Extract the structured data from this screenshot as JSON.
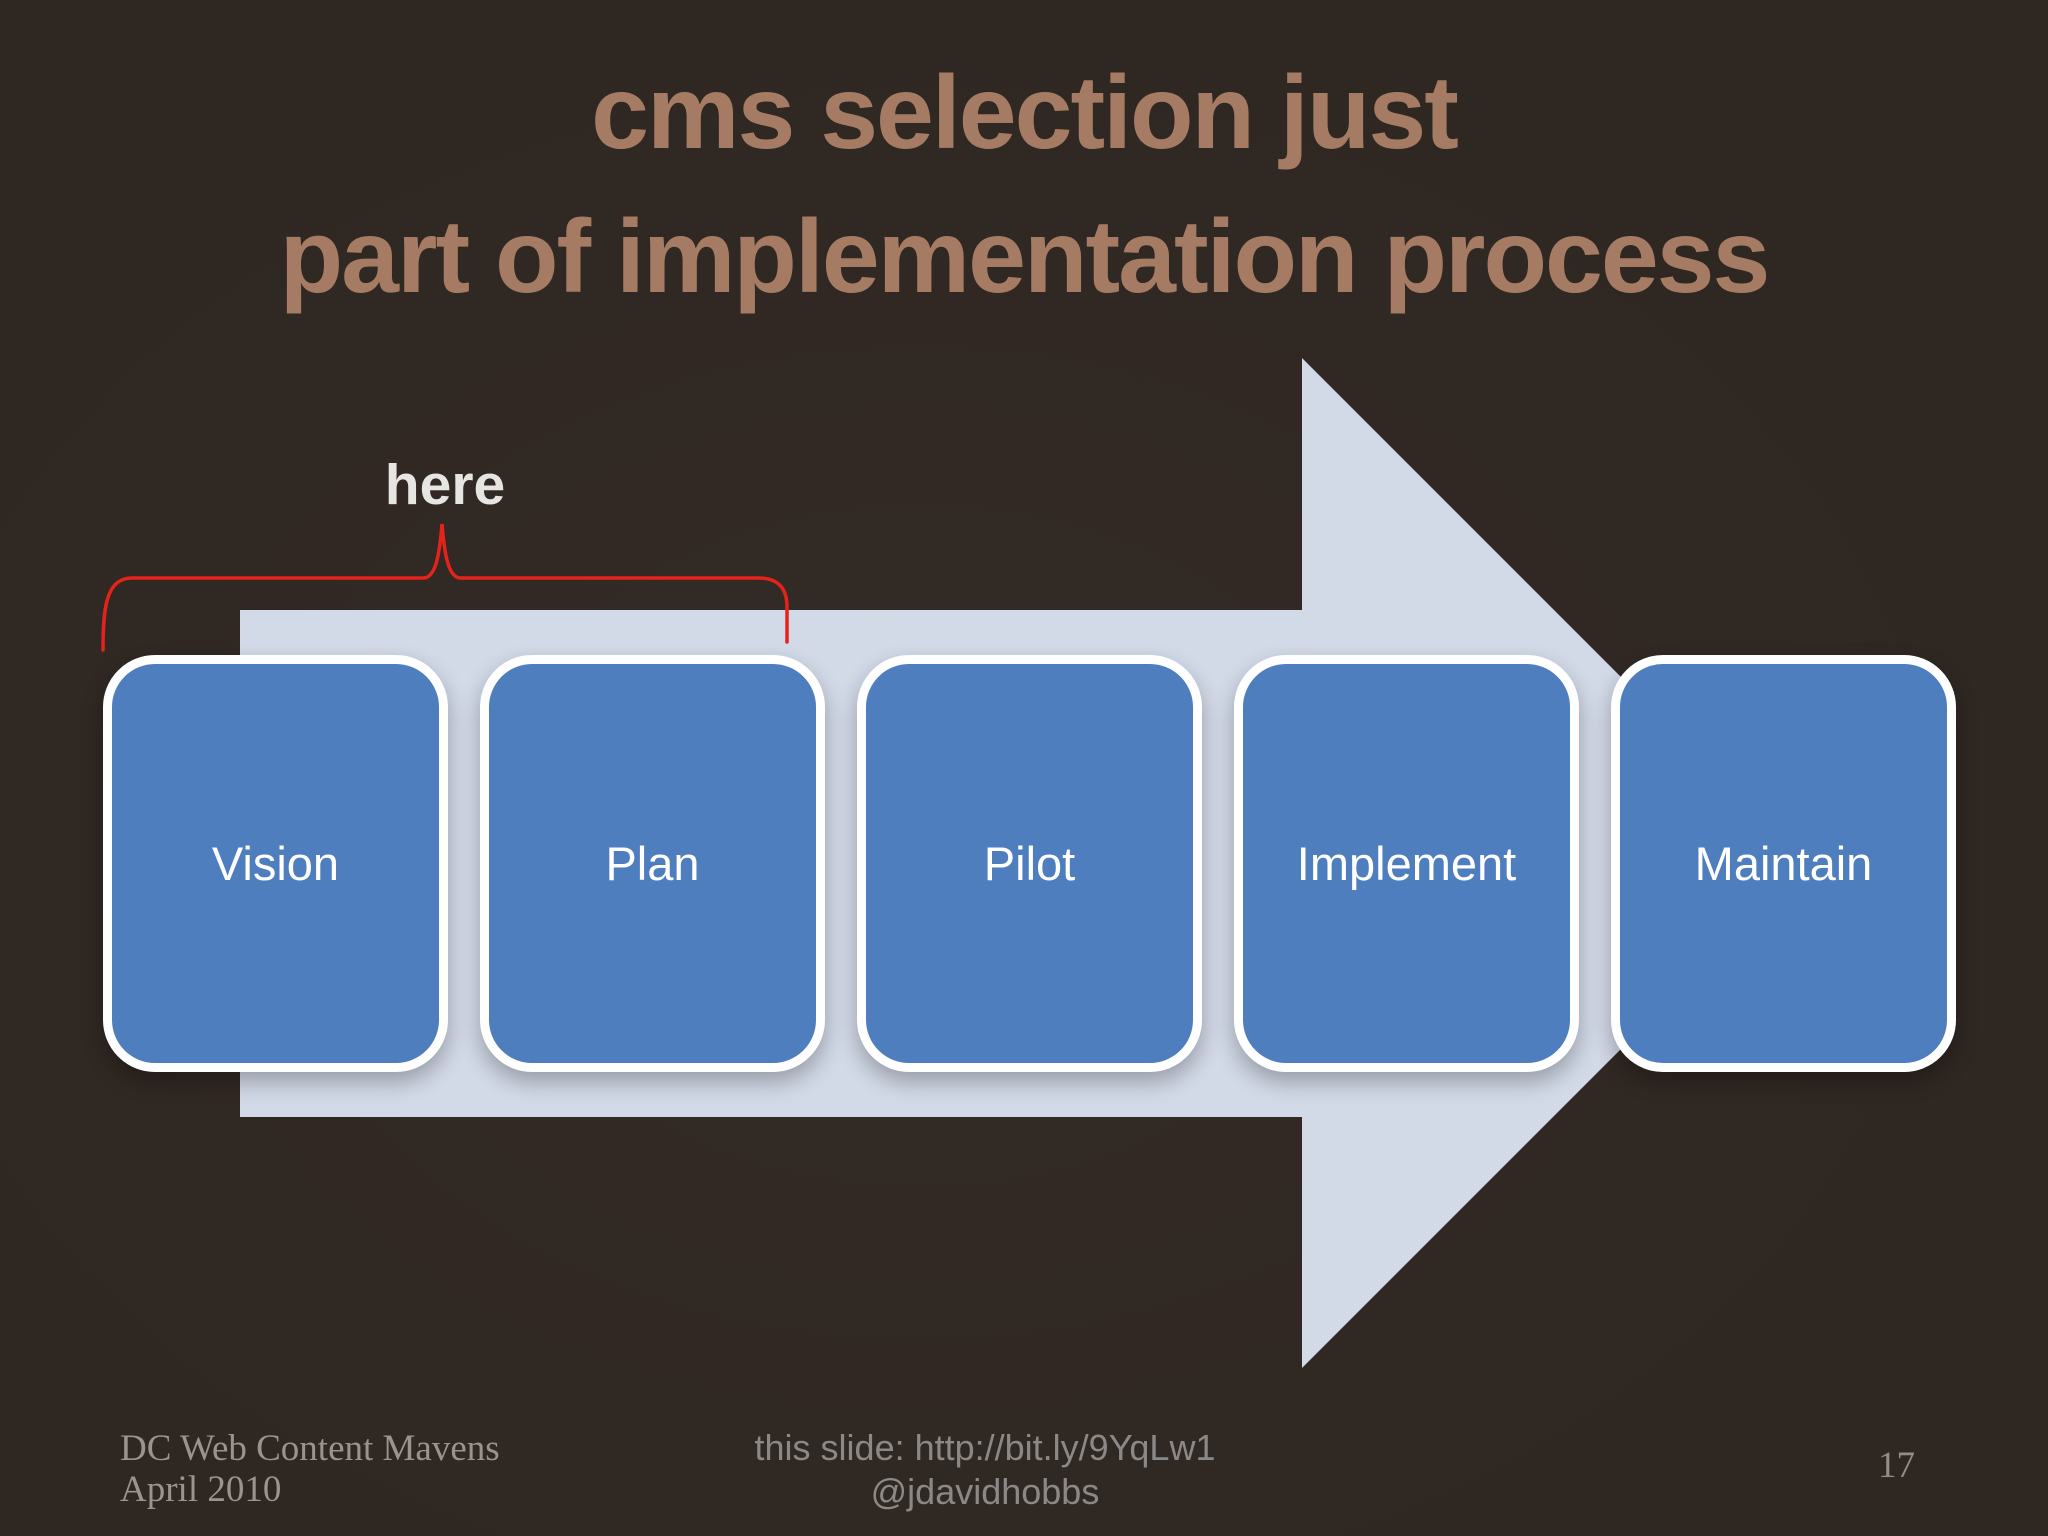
{
  "slide": {
    "title_line1": "cms selection just",
    "title_line2": "part of implementation process",
    "annotation": {
      "label": "here",
      "covers_steps": [
        "Vision",
        "Plan"
      ]
    },
    "process_steps": [
      "Vision",
      "Plan",
      "Pilot",
      "Implement",
      "Maintain"
    ],
    "footer": {
      "left_line1": "DC Web Content Mavens",
      "left_line2": "April 2010",
      "center_line1": "this slide: http://bit.ly/9YqLw1",
      "center_line2": "@jdavidhobbs",
      "page_number": "17"
    },
    "colors": {
      "background": "#2F2722",
      "title_text": "#A57B63",
      "arrow_fill": "#D2D9E7",
      "step_fill": "#4E7EBE",
      "step_border": "#FFFFFF",
      "step_text": "#FFFFFF",
      "annotation_red": "#E6231B",
      "annotation_text": "#E7E5E2",
      "footer_serif_text": "#9A948E",
      "footer_sans_text": "#8B8987"
    }
  }
}
